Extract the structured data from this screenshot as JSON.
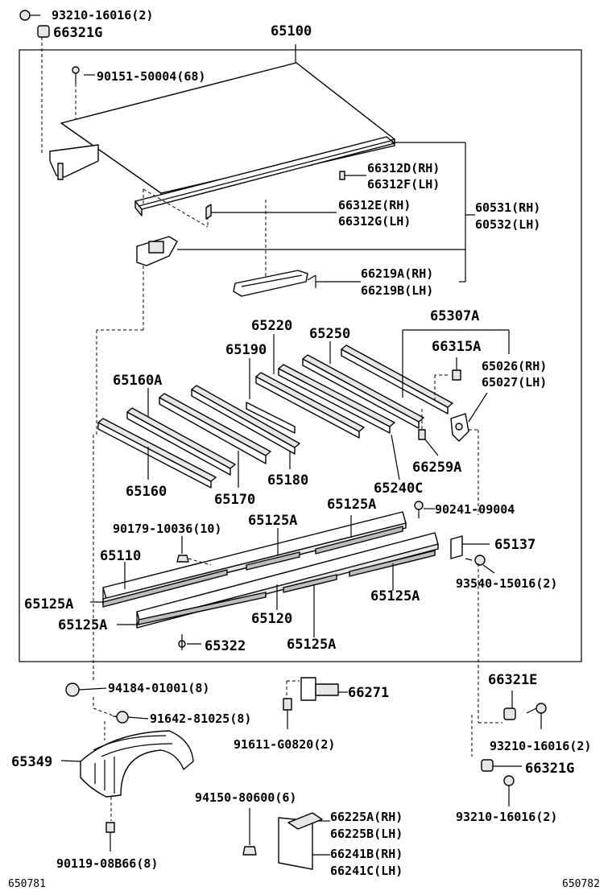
{
  "labels": {
    "l_93210_top": "93210-16016(2)",
    "l_66321g_top": "66321G",
    "l_65100": "65100",
    "l_90151": "90151-50004(68)",
    "l_66312d": "66312D(RH)",
    "l_66312f": "66312F(LH)",
    "l_66312e": "66312E(RH)",
    "l_66312g": "66312G(LH)",
    "l_60531": "60531(RH)",
    "l_60532": "60532(LH)",
    "l_66219a": "66219A(RH)",
    "l_66219b": "66219B(LH)",
    "l_65307a": "65307A",
    "l_65220": "65220",
    "l_65250": "65250",
    "l_66315a": "66315A",
    "l_65190": "65190",
    "l_65026": "65026(RH)",
    "l_65027": "65027(LH)",
    "l_65160a": "65160A",
    "l_66259a": "66259A",
    "l_65160": "65160",
    "l_65170": "65170",
    "l_65180": "65180",
    "l_65240c": "65240C",
    "l_65125a_1": "65125A",
    "l_90241": "90241-09004",
    "l_65125a_2": "65125A",
    "l_90179": "90179-10036(10)",
    "l_65137": "65137",
    "l_65110": "65110",
    "l_93540": "93540-15016(2)",
    "l_65125a_3": "65125A",
    "l_65125a_4": "65125A",
    "l_65120": "65120",
    "l_65125a_5": "65125A",
    "l_65322": "65322",
    "l_65125a_6": "65125A",
    "l_66321e": "66321E",
    "l_94184": "94184-01001(8)",
    "l_66271": "66271",
    "l_91642": "91642-81025(8)",
    "l_93210_r1": "93210-16016(2)",
    "l_91611": "91611-G0820(2)",
    "l_65349": "65349",
    "l_66321g_bot": "66321G",
    "l_94150": "94150-80600(6)",
    "l_93210_r2": "93210-16016(2)",
    "l_66225a": "66225A(RH)",
    "l_66225b": "66225B(LH)",
    "l_66241b": "66241B(RH)",
    "l_66241c": "66241C(LH)",
    "l_90119": "90119-08B66(8)",
    "fig_left": "650781",
    "fig_right": "650782"
  }
}
